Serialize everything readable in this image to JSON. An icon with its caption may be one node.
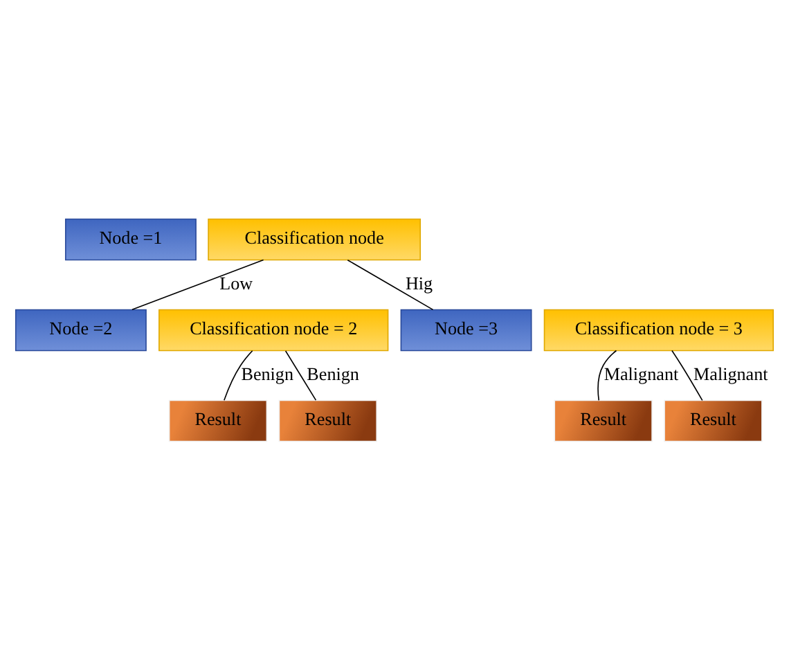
{
  "diagram": {
    "nodes": [
      {
        "text": [
          "Node =1"
        ]
      },
      {
        "text": [
          "Classification node"
        ]
      },
      {
        "text": [
          "Node =2"
        ]
      },
      {
        "text": [
          "Classification node = 2"
        ]
      },
      {
        "text": [
          "Node =3"
        ]
      },
      {
        "text": [
          "Classification node = 3"
        ]
      },
      {
        "text": [
          "Result"
        ]
      },
      {
        "text": [
          "Result"
        ]
      },
      {
        "text": [
          "Result"
        ]
      },
      {
        "text": [
          "Result"
        ]
      }
    ],
    "edges": [
      {
        "from": 1,
        "to": 2,
        "arrow": "none",
        "label": "Low"
      },
      {
        "from": 1,
        "to": 4,
        "arrow": "none",
        "label": "Hig"
      },
      {
        "from": 3,
        "to": 6,
        "arrow": "none",
        "label": "Benign"
      },
      {
        "from": 3,
        "to": 7,
        "arrow": "none",
        "label": "Benign"
      },
      {
        "from": 5,
        "to": 8,
        "arrow": "none",
        "label": "Malignant"
      },
      {
        "from": 5,
        "to": 9,
        "arrow": "none",
        "label": "Malignant"
      }
    ]
  }
}
